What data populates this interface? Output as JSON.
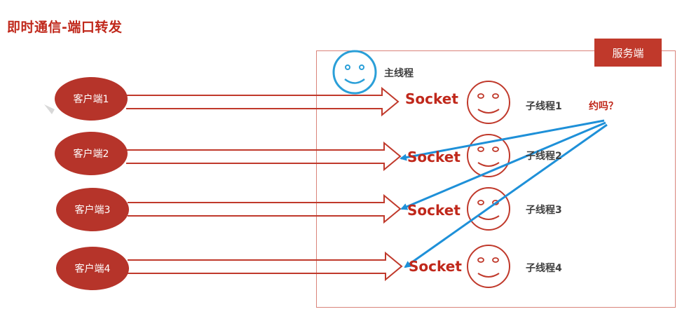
{
  "title": "即时通信-端口转发",
  "server": {
    "label": "服务端"
  },
  "main_thread": "主线程",
  "clients": [
    "客户端1",
    "客户端2",
    "客户端3",
    "客户端4"
  ],
  "sockets": [
    "Socket",
    "Socket",
    "Socket",
    "Socket"
  ],
  "threads": [
    "子线程1",
    "子线程2",
    "子线程3",
    "子线程4"
  ],
  "question": "约吗？",
  "colors": {
    "accent": "#c0281b",
    "client_fill": "#b6342a",
    "arrow_stroke": "#c0392b",
    "forward_line": "#1e90d8",
    "main_face": "#2a9fd8"
  }
}
